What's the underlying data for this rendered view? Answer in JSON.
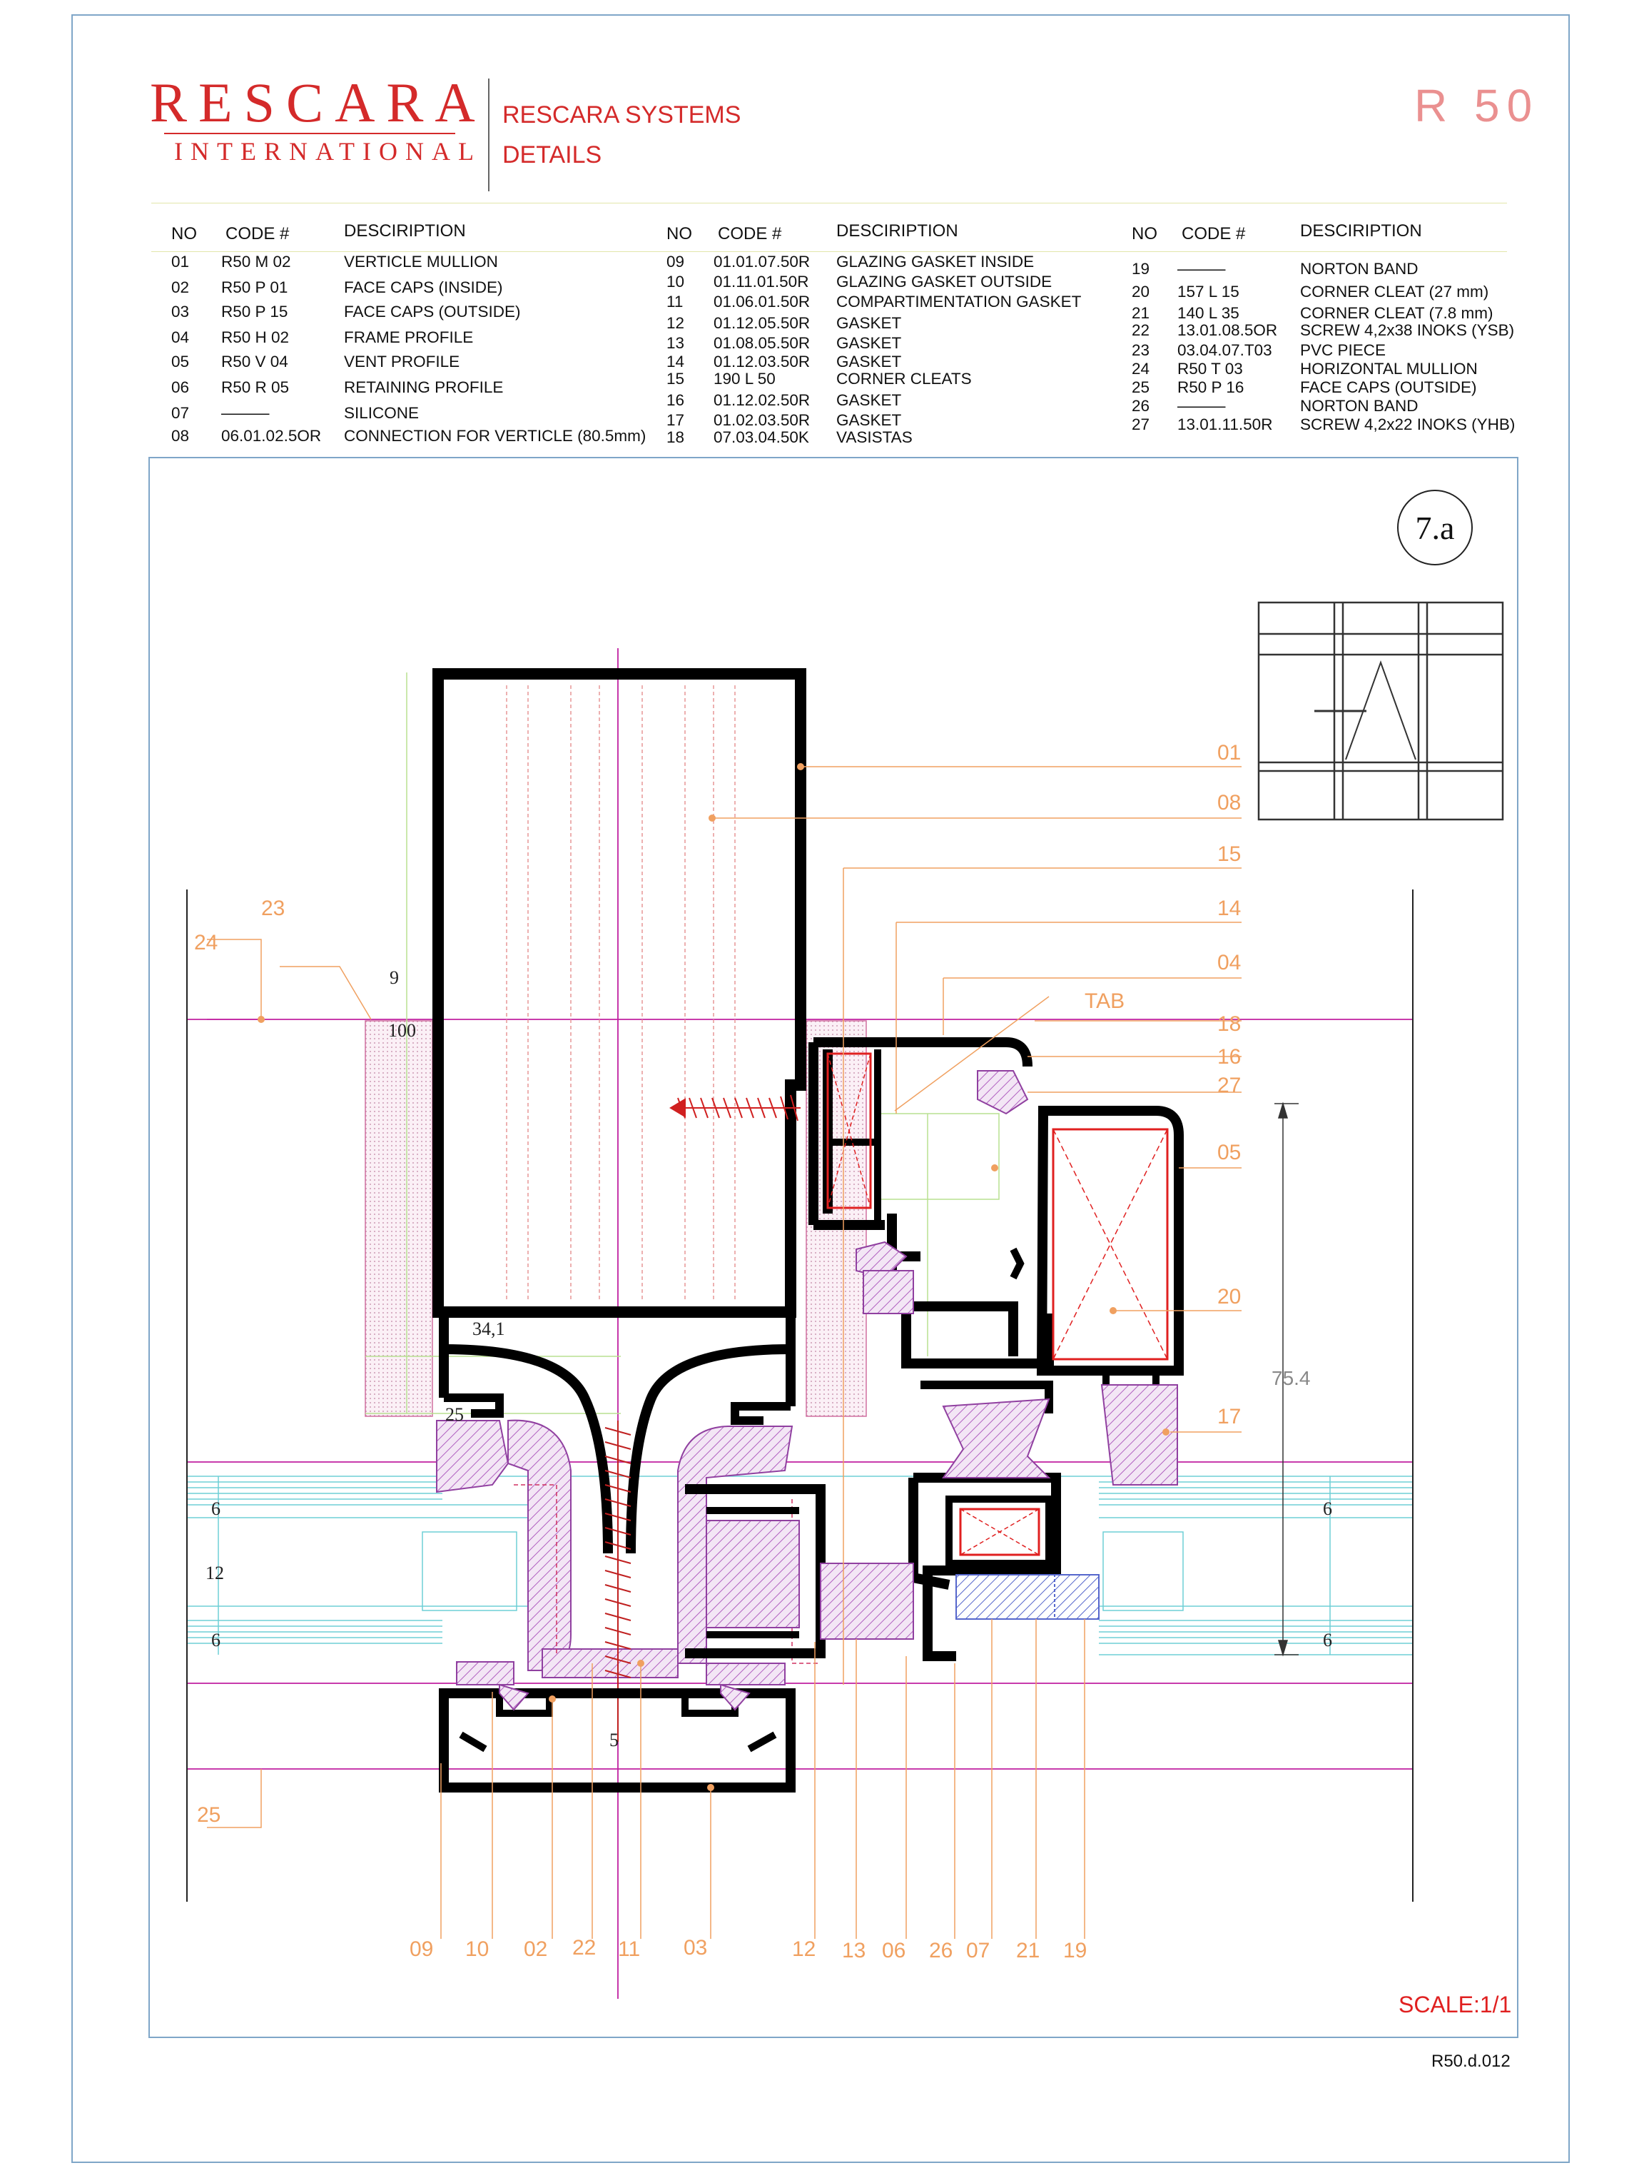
{
  "header": {
    "brand": "RESCARA",
    "brand_sub": "INTERNATIONAL",
    "title1": "RESCARA SYSTEMS",
    "title2": "DETAILS",
    "series": "R 50"
  },
  "table": {
    "headers": [
      "NO",
      "CODE #",
      "DESCIRIPTION"
    ],
    "col1": [
      {
        "no": "01",
        "code": "R50 M 02",
        "desc": "VERTICLE MULLION"
      },
      {
        "no": "02",
        "code": "R50 P 01",
        "desc": "FACE CAPS (INSIDE)"
      },
      {
        "no": "03",
        "code": "R50 P 15",
        "desc": "FACE CAPS (OUTSIDE)"
      },
      {
        "no": "04",
        "code": "R50 H 02",
        "desc": "FRAME PROFILE"
      },
      {
        "no": "05",
        "code": "R50 V 04",
        "desc": "VENT PROFILE"
      },
      {
        "no": "06",
        "code": "R50 R 05",
        "desc": "RETAINING PROFILE"
      },
      {
        "no": "07",
        "code": "———",
        "desc": "SILICONE"
      },
      {
        "no": "08",
        "code": "06.01.02.5OR",
        "desc": "CONNECTION FOR VERTICLE (80.5mm)"
      }
    ],
    "col2": [
      {
        "no": "09",
        "code": "01.01.07.50R",
        "desc": "GLAZING GASKET INSIDE"
      },
      {
        "no": "10",
        "code": "01.11.01.50R",
        "desc": "GLAZING GASKET OUTSIDE"
      },
      {
        "no": "11",
        "code": "01.06.01.50R",
        "desc": "COMPARTIMENTATION GASKET"
      },
      {
        "no": "12",
        "code": "01.12.05.50R",
        "desc": "GASKET"
      },
      {
        "no": "13",
        "code": "01.08.05.50R",
        "desc": "GASKET"
      },
      {
        "no": "14",
        "code": "01.12.03.50R",
        "desc": "GASKET"
      },
      {
        "no": "15",
        "code": "190 L 50",
        "desc": "CORNER CLEATS"
      },
      {
        "no": "16",
        "code": "01.12.02.50R",
        "desc": "GASKET"
      },
      {
        "no": "17",
        "code": "01.02.03.50R",
        "desc": "GASKET"
      },
      {
        "no": "18",
        "code": "07.03.04.50K",
        "desc": "VASISTAS"
      }
    ],
    "col3": [
      {
        "no": "19",
        "code": "———",
        "desc": "NORTON BAND"
      },
      {
        "no": "20",
        "code": "157 L 15",
        "desc": "CORNER CLEAT (27 mm)"
      },
      {
        "no": "21",
        "code": "140 L 35",
        "desc": "CORNER CLEAT (7.8 mm)"
      },
      {
        "no": "22",
        "code": "13.01.08.5OR",
        "desc": "SCREW 4,2x38 INOKS (YSB)"
      },
      {
        "no": "23",
        "code": "03.04.07.T03",
        "desc": "PVC PIECE"
      },
      {
        "no": "24",
        "code": "R50 T 03",
        "desc": "HORIZONTAL MULLION"
      },
      {
        "no": "25",
        "code": "R50 P 16",
        "desc": "FACE CAPS (OUTSIDE)"
      },
      {
        "no": "26",
        "code": "———",
        "desc": "NORTON BAND"
      },
      {
        "no": "27",
        "code": "13.01.11.50R",
        "desc": "SCREW 4,2x22 INOKS (YHB)"
      }
    ]
  },
  "drawing": {
    "badge": "7.a",
    "right_labels": [
      "01",
      "08",
      "15",
      "14",
      "04",
      "TAB",
      "18",
      "16",
      "27",
      "05",
      "20",
      "17"
    ],
    "left_labels": [
      "23",
      "24",
      "25"
    ],
    "bottom_labels": [
      "09",
      "10",
      "02",
      "22",
      "11",
      "03",
      "12",
      "13",
      "06",
      "26",
      "07",
      "21",
      "19"
    ],
    "dims": {
      "d9": "9",
      "d100": "100",
      "d341": "34,1",
      "d25": "25",
      "d6a": "6",
      "d12": "12",
      "d6b": "6",
      "d5": "5",
      "d6c": "6",
      "d6d": "6",
      "d754": "75.4"
    },
    "scale": "SCALE:1/1",
    "ref": "R50.d.012"
  },
  "colors": {
    "brand_red": "#d42a2a",
    "frame_blue": "#7fa6c8",
    "label_orange": "#f0a060",
    "magenta": "#c020a0",
    "gasket": "#b060c0"
  }
}
